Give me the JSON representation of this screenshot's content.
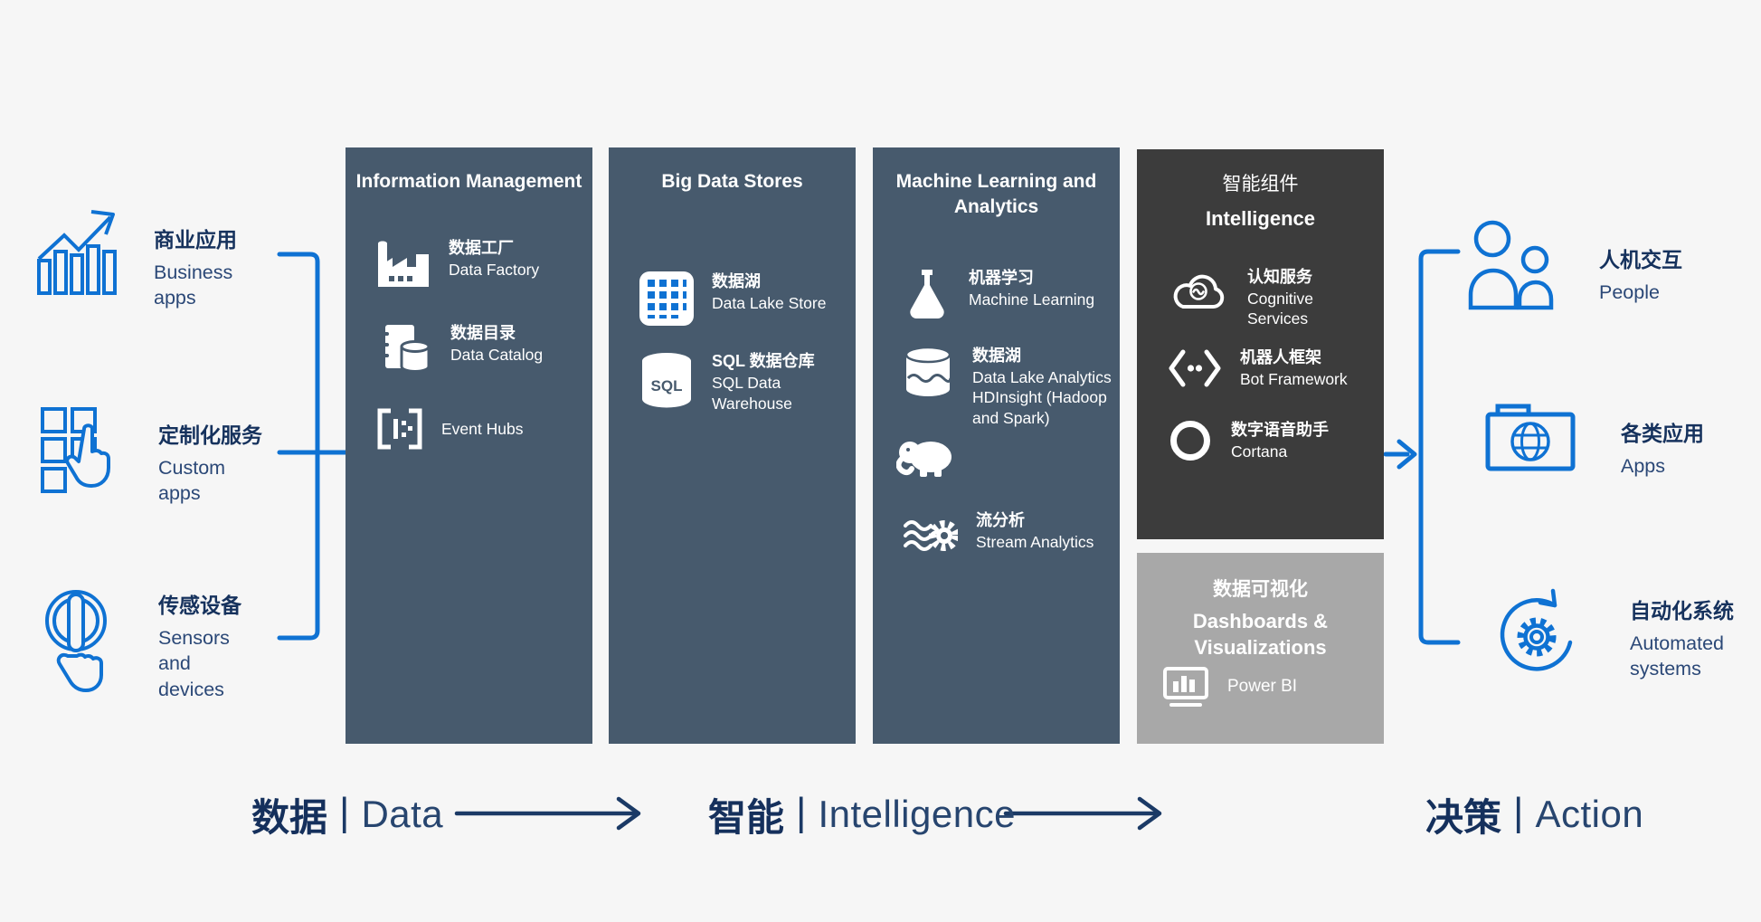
{
  "colors": {
    "background": "#f6f6f6",
    "pillar_slate": "#475a6d",
    "intelligence_dark": "#3c3c3c",
    "dashboards_gray": "#a8a8a8",
    "accent_blue": "#0f72d3",
    "navy_text": "#16325d"
  },
  "left_items": [
    {
      "zh": "商业应用",
      "en": "Business apps",
      "icon": "trend-chart-icon"
    },
    {
      "zh": "定制化服务",
      "en": "Custom apps",
      "icon": "touch-grid-icon"
    },
    {
      "zh": "传感设备",
      "en": "Sensors and devices",
      "icon": "touch-press-icon"
    }
  ],
  "columns": {
    "information_management": {
      "title": "Information Management",
      "items": [
        {
          "zh": "数据工厂",
          "en": "Data Factory"
        },
        {
          "zh": "数据目录",
          "en": "Data Catalog"
        },
        {
          "zh": "",
          "en": "Event Hubs"
        }
      ]
    },
    "big_data_stores": {
      "title": "Big Data Stores",
      "items": [
        {
          "zh": "数据湖",
          "en": "Data Lake Store"
        },
        {
          "zh": "SQL 数据仓库",
          "en": "SQL Data Warehouse",
          "badge": "SQL"
        }
      ]
    },
    "machine_learning": {
      "title": "Machine Learning and Analytics",
      "items": [
        {
          "zh": "机器学习",
          "en": "Machine Learning"
        },
        {
          "zh": "数据湖",
          "en": "Data Lake Analytics"
        },
        {
          "zh": "",
          "en": "HDInsight (Hadoop and Spark)"
        },
        {
          "zh": "流分析",
          "en": "Stream Analytics"
        }
      ]
    },
    "intelligence": {
      "zh_title": "智能组件",
      "en_title": "Intelligence",
      "items": [
        {
          "zh": "认知服务",
          "en": "Cognitive Services"
        },
        {
          "zh": "机器人框架",
          "en": "Bot Framework"
        },
        {
          "zh": "数字语音助手",
          "en": "Cortana"
        }
      ]
    },
    "dashboards": {
      "zh_title": "数据可视化",
      "en_title": "Dashboards & Visualizations",
      "items": [
        {
          "zh": "",
          "en": "Power BI"
        }
      ]
    }
  },
  "right_items": [
    {
      "zh": "人机交互",
      "en": "People",
      "icon": "people-icon"
    },
    {
      "zh": "各类应用",
      "en": "Apps",
      "icon": "apps-folder-icon"
    },
    {
      "zh": "自动化系统",
      "en": "Automated systems",
      "icon": "automation-gear-icon"
    }
  ],
  "flow": [
    {
      "zh": "数据",
      "sep": "|",
      "en": "Data"
    },
    {
      "zh": "智能",
      "sep": "|",
      "en": "Intelligence"
    },
    {
      "zh": "决策",
      "sep": "|",
      "en": "Action"
    }
  ]
}
